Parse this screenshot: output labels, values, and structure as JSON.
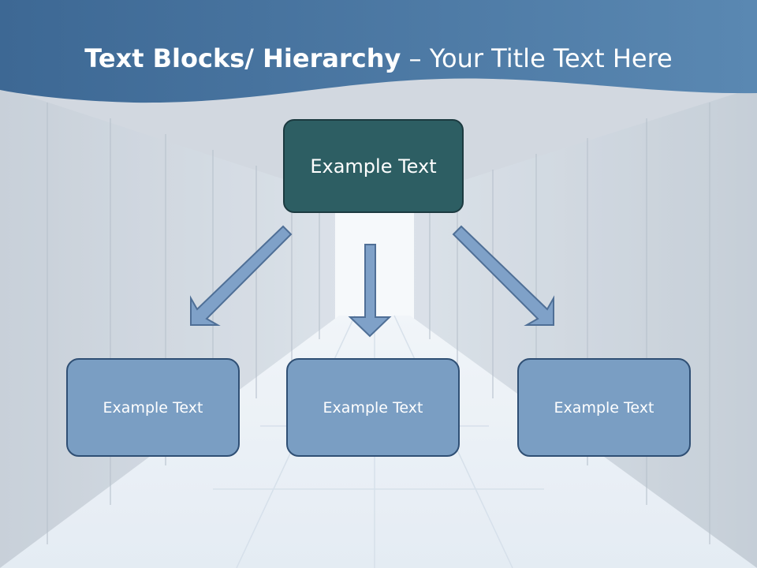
{
  "slide": {
    "title_bold": "Text Blocks/ Hierarchy",
    "title_rest": " – Your Title Text Here"
  },
  "hierarchy": {
    "top": {
      "label": "Example Text"
    },
    "children": [
      {
        "label": "Example Text"
      },
      {
        "label": "Example Text"
      },
      {
        "label": "Example Text"
      }
    ]
  },
  "colors": {
    "header_band": "#41709c",
    "top_box": "#2d5e63",
    "child_box": "#7a9ec3",
    "arrow": "#7fa1c8"
  }
}
